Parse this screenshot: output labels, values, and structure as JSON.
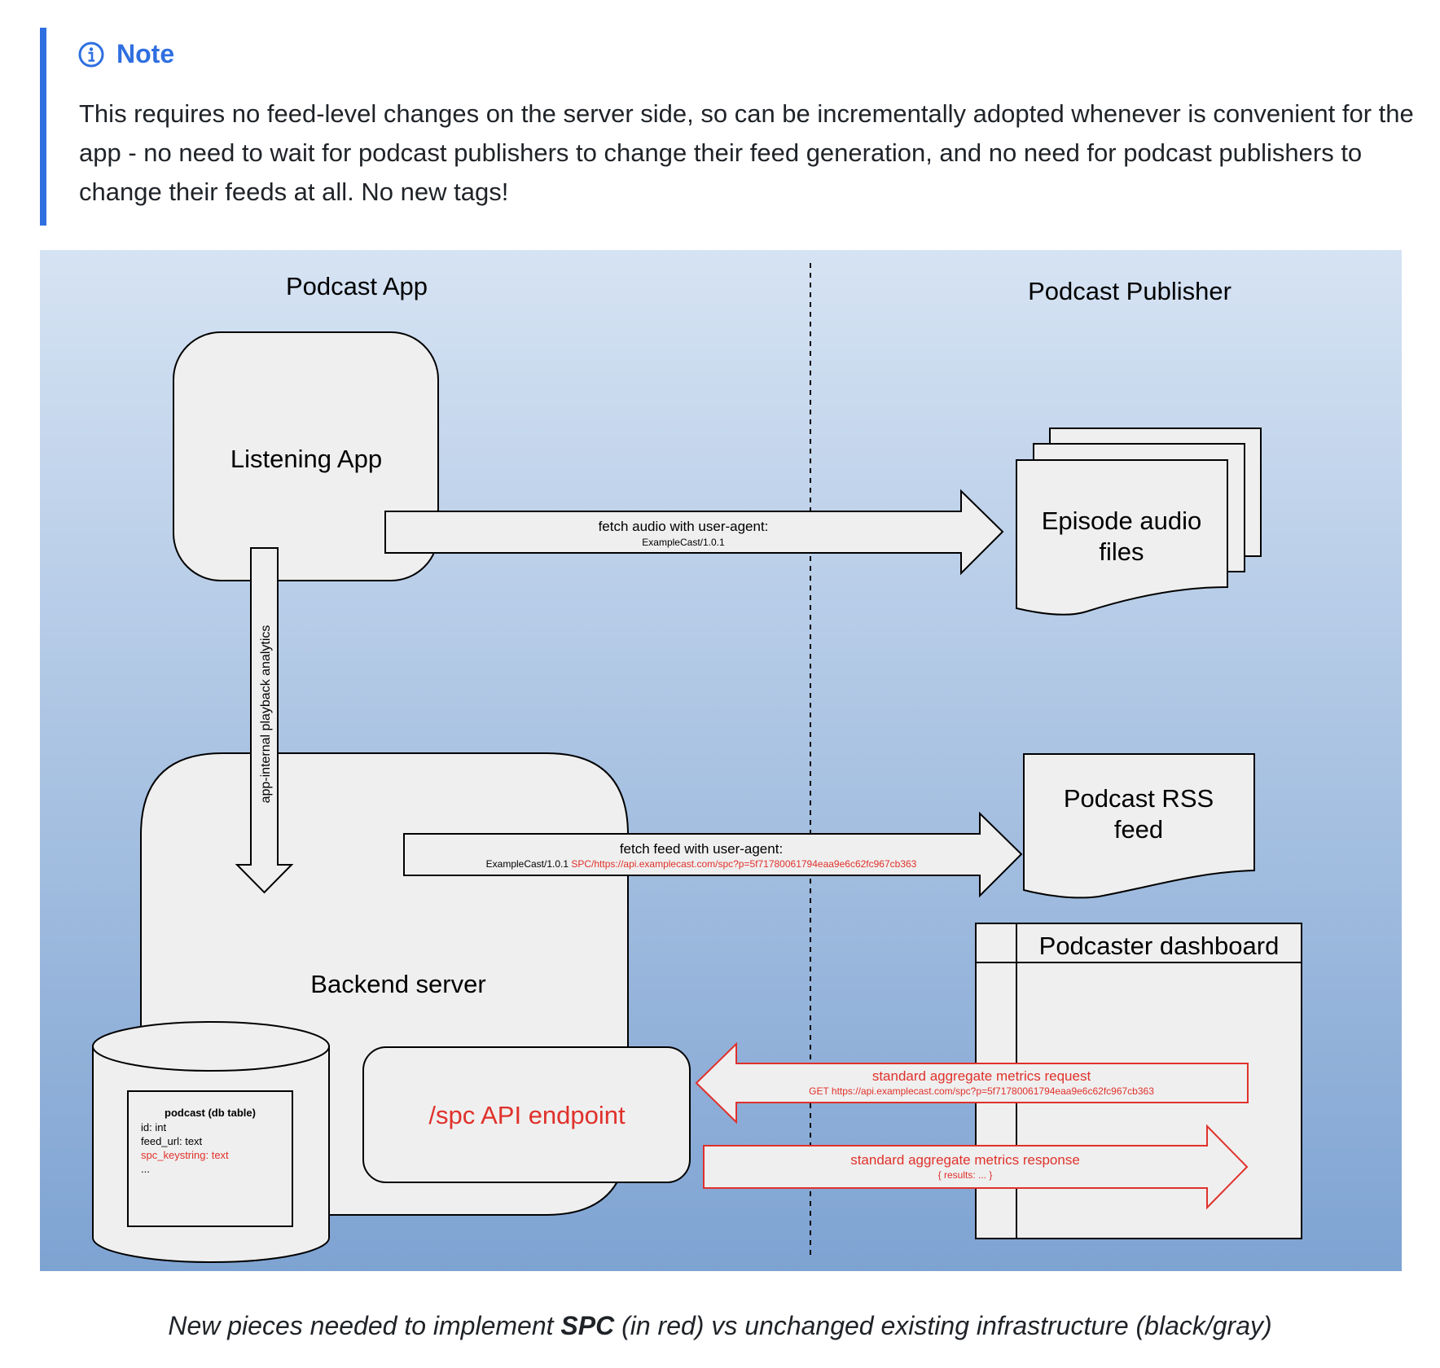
{
  "note": {
    "icon": "info-icon",
    "title": "Note",
    "body": "This requires no feed-level changes on the server side, so can be incrementally adopted whenever is convenient for the app - no need to wait for podcast publishers to change their feed generation, and no need for podcast publishers to change their feeds at all. No new tags!",
    "accent_color": "#2f6fe0"
  },
  "diagram": {
    "colors": {
      "new": "#e0312b",
      "existing": "#000000",
      "shape_fill": "#efefef",
      "bg_top": "#d6e3f3",
      "bg_bottom": "#7ea3d2"
    },
    "lanes": {
      "left": "Podcast App",
      "right": "Podcast Publisher"
    },
    "listening_app": "Listening App",
    "backend_server": "Backend server",
    "episode_audio": [
      "Episode audio",
      "files"
    ],
    "rss_feed": [
      "Podcast RSS",
      "feed"
    ],
    "dashboard": "Podcaster dashboard",
    "spc_endpoint": "/spc API endpoint",
    "analytics_arrow": "app-internal playback analytics",
    "fetch_audio": {
      "label": "fetch audio with user-agent:",
      "ua": "ExampleCast/1.0.1"
    },
    "fetch_feed": {
      "label": "fetch feed with user-agent:",
      "ua": "ExampleCast/1.0.1",
      "spc": "SPC/https://api.examplecast.com/spc?p=5f71780061794eaa9e6c62fc967cb363"
    },
    "metrics_request": {
      "label": "standard aggregate metrics request",
      "detail": "GET https://api.examplecast.com/spc?p=5f71780061794eaa9e6c62fc967cb363"
    },
    "metrics_response": {
      "label": "standard aggregate metrics response",
      "detail": "{ results: ... }"
    },
    "db_table": {
      "title": "podcast (db table)",
      "rows": [
        "id: int",
        "feed_url: text"
      ],
      "new_row": "spc_keystring: text",
      "more": "..."
    }
  },
  "caption": {
    "before": "New pieces needed to implement ",
    "bold": "SPC",
    "after": " (in red) vs unchanged existing infrastructure (black/gray)"
  }
}
